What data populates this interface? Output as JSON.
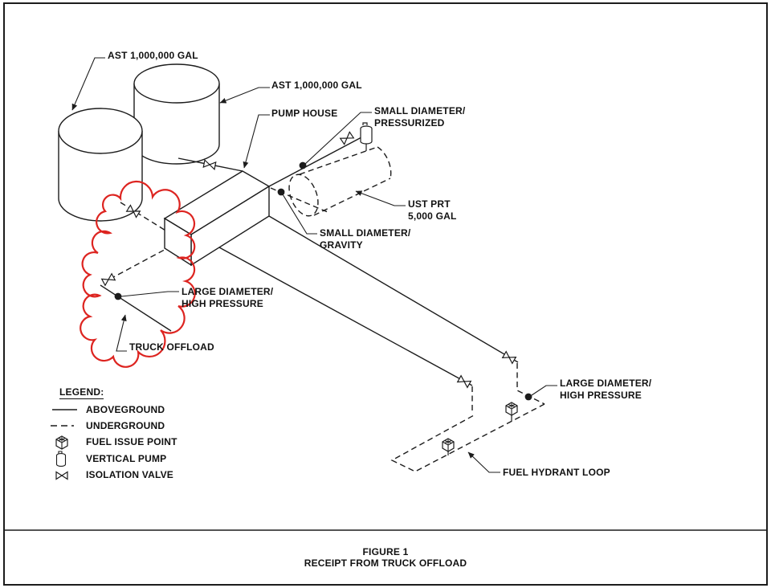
{
  "figure": {
    "caption_line1": "FIGURE 1",
    "caption_line2": "RECEIPT FROM TRUCK OFFLOAD"
  },
  "labels": {
    "ast_left": "AST 1,000,000 GAL",
    "ast_right": "AST 1,000,000 GAL",
    "pump_house": "PUMP HOUSE",
    "small_pressurized_1": "SMALL DIAMETER/",
    "small_pressurized_2": "PRESSURIZED",
    "ust_1": "UST PRT",
    "ust_2": "5,000 GAL",
    "small_gravity_1": "SMALL DIAMETER/",
    "small_gravity_2": "GRAVITY",
    "large_hp_west_1": "LARGE DIAMETER/",
    "large_hp_west_2": "HIGH PRESSURE",
    "truck_offload": "TRUCK OFFLOAD",
    "large_hp_east_1": "LARGE DIAMETER/",
    "large_hp_east_2": "HIGH PRESSURE",
    "fuel_hydrant_loop": "FUEL HYDRANT LOOP"
  },
  "legend": {
    "title": "LEGEND:",
    "items": [
      {
        "label": "ABOVEGROUND",
        "symbol": "solid-line"
      },
      {
        "label": "UNDERGROUND",
        "symbol": "dashed-line"
      },
      {
        "label": "FUEL ISSUE POINT",
        "symbol": "fuel-issue-point-cube"
      },
      {
        "label": "VERTICAL PUMP",
        "symbol": "vertical-pump-cylinder"
      },
      {
        "label": "ISOLATION VALVE",
        "symbol": "isolation-valve-bowtie"
      }
    ]
  },
  "colors": {
    "background": "#ffffff",
    "line": "#1c1c1c",
    "text": "#111111",
    "revision_cloud": "#dd2420"
  }
}
